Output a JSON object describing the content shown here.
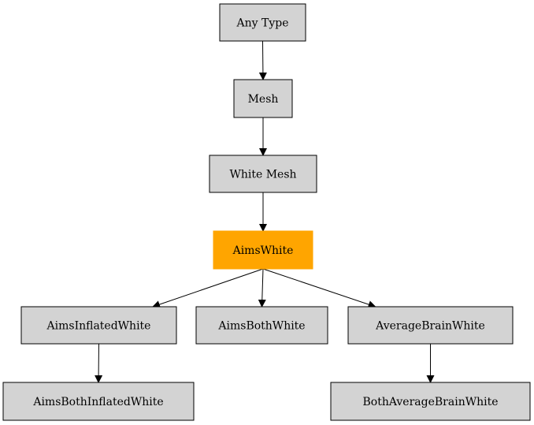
{
  "colors": {
    "node_fill": "#d3d3d3",
    "highlight_fill": "#ffa500",
    "stroke": "#000000",
    "background": "#ffffff"
  },
  "nodes": [
    {
      "id": "any_type",
      "label": "Any Type",
      "highlight": false
    },
    {
      "id": "mesh",
      "label": "Mesh",
      "highlight": false
    },
    {
      "id": "white_mesh",
      "label": "White Mesh",
      "highlight": false
    },
    {
      "id": "aims_white",
      "label": "AimsWhite",
      "highlight": true
    },
    {
      "id": "aims_inflated_white",
      "label": "AimsInflatedWhite",
      "highlight": false
    },
    {
      "id": "aims_both_white",
      "label": "AimsBothWhite",
      "highlight": false
    },
    {
      "id": "average_brain_white",
      "label": "AverageBrainWhite",
      "highlight": false
    },
    {
      "id": "aims_both_inflated_white",
      "label": "AimsBothInflatedWhite",
      "highlight": false
    },
    {
      "id": "both_average_brain_white",
      "label": "BothAverageBrainWhite",
      "highlight": false
    }
  ],
  "edges": [
    {
      "from": "any_type",
      "to": "mesh"
    },
    {
      "from": "mesh",
      "to": "white_mesh"
    },
    {
      "from": "white_mesh",
      "to": "aims_white"
    },
    {
      "from": "aims_white",
      "to": "aims_inflated_white"
    },
    {
      "from": "aims_white",
      "to": "aims_both_white"
    },
    {
      "from": "aims_white",
      "to": "average_brain_white"
    },
    {
      "from": "aims_inflated_white",
      "to": "aims_both_inflated_white"
    },
    {
      "from": "average_brain_white",
      "to": "both_average_brain_white"
    }
  ]
}
